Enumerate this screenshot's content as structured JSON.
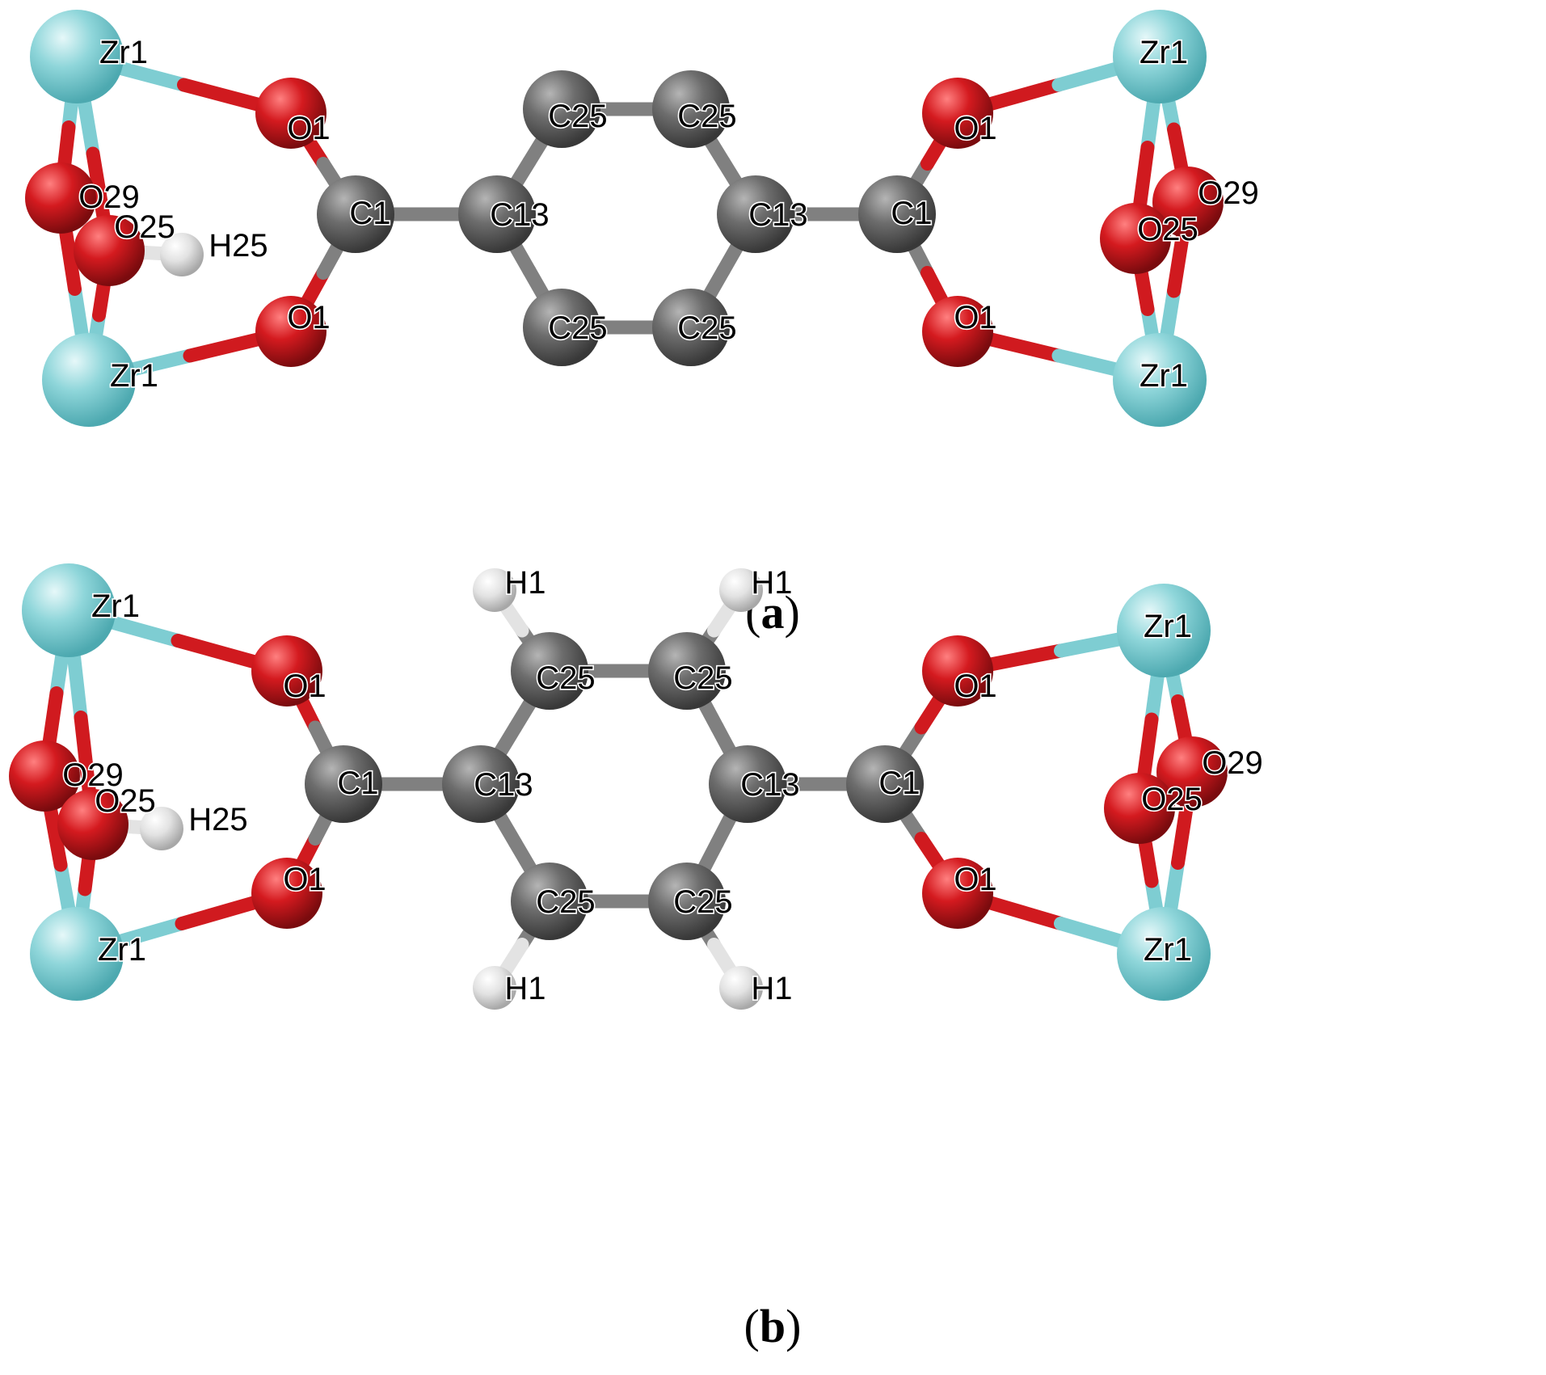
{
  "colors": {
    "zr": "#7ecdd2",
    "o": "#d01a1f",
    "c": "#6b6b6b",
    "h": "#e3e3e3",
    "bond": "#808080"
  },
  "panels": [
    {
      "letter": "a",
      "atoms": [
        {
          "element": "Zr",
          "label": "Zr1"
        },
        {
          "element": "Zr",
          "label": "Zr1"
        },
        {
          "element": "O",
          "label": "O29"
        },
        {
          "element": "O",
          "label": "O25"
        },
        {
          "element": "H",
          "label": "H25"
        },
        {
          "element": "O",
          "label": "O1"
        },
        {
          "element": "O",
          "label": "O1"
        },
        {
          "element": "C",
          "label": "C1"
        },
        {
          "element": "C",
          "label": "C13"
        },
        {
          "element": "C",
          "label": "C25"
        },
        {
          "element": "C",
          "label": "C25"
        },
        {
          "element": "C",
          "label": "C25"
        },
        {
          "element": "C",
          "label": "C25"
        },
        {
          "element": "C",
          "label": "C13"
        },
        {
          "element": "C",
          "label": "C1"
        },
        {
          "element": "O",
          "label": "O1"
        },
        {
          "element": "O",
          "label": "O1"
        },
        {
          "element": "Zr",
          "label": "Zr1"
        },
        {
          "element": "Zr",
          "label": "Zr1"
        },
        {
          "element": "O",
          "label": "O29"
        },
        {
          "element": "O",
          "label": "O25"
        }
      ]
    },
    {
      "letter": "b",
      "atoms": [
        {
          "element": "Zr",
          "label": "Zr1"
        },
        {
          "element": "Zr",
          "label": "Zr1"
        },
        {
          "element": "O",
          "label": "O29"
        },
        {
          "element": "O",
          "label": "O25"
        },
        {
          "element": "H",
          "label": "H25"
        },
        {
          "element": "O",
          "label": "O1"
        },
        {
          "element": "O",
          "label": "O1"
        },
        {
          "element": "C",
          "label": "C1"
        },
        {
          "element": "C",
          "label": "C13"
        },
        {
          "element": "C",
          "label": "C25"
        },
        {
          "element": "C",
          "label": "C25"
        },
        {
          "element": "C",
          "label": "C25"
        },
        {
          "element": "C",
          "label": "C25"
        },
        {
          "element": "H",
          "label": "H1"
        },
        {
          "element": "H",
          "label": "H1"
        },
        {
          "element": "H",
          "label": "H1"
        },
        {
          "element": "H",
          "label": "H1"
        },
        {
          "element": "C",
          "label": "C13"
        },
        {
          "element": "C",
          "label": "C1"
        },
        {
          "element": "O",
          "label": "O1"
        },
        {
          "element": "O",
          "label": "O1"
        },
        {
          "element": "Zr",
          "label": "Zr1"
        },
        {
          "element": "Zr",
          "label": "Zr1"
        },
        {
          "element": "O",
          "label": "O29"
        },
        {
          "element": "O",
          "label": "O25"
        }
      ]
    }
  ]
}
